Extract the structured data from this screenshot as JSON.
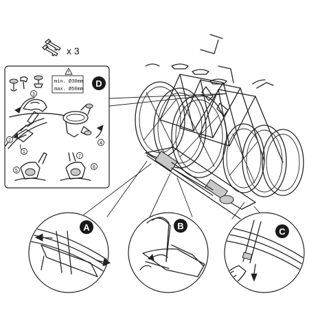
{
  "keys": {
    "count_label": "x 3"
  },
  "detail_panel": {
    "label": "D",
    "spec_line_1": "min. Ø30mm",
    "spec_line_2": "max. Ø50mm",
    "steps": [
      "1",
      "2",
      "3",
      "4",
      "5",
      "6",
      "7"
    ]
  },
  "callouts": {
    "a": {
      "label": "A"
    },
    "b": {
      "label": "B"
    },
    "c": {
      "label": "C"
    }
  },
  "icons": [
    "keys-icon",
    "warning-icon",
    "bike-carrier-illustration",
    "wheel-holder-illustration",
    "strap-illustration",
    "frame-holder-illustration"
  ]
}
